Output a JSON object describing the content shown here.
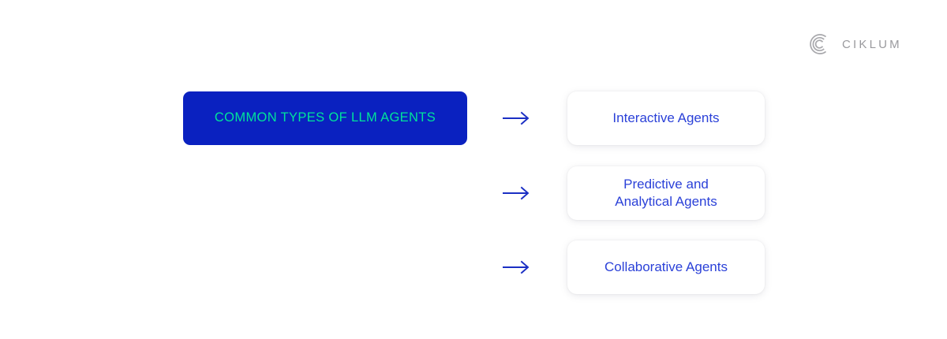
{
  "brand": {
    "name": "CIKLUM",
    "mark_icon": "ciklum-concentric-c-icon",
    "mark_color": "#A8A8AC",
    "word_color": "#9A9A9E"
  },
  "diagram": {
    "type": "one-to-many-flow",
    "source": {
      "label": "COMMON TYPES OF LLM AGENTS",
      "background_color": "#0A21C0",
      "text_color": "#00E39A"
    },
    "connector_icon": "right-arrow-icon",
    "connector_color": "#1B2FC4",
    "branches": [
      {
        "label": "Interactive Agents",
        "arrow_icon": "right-arrow-icon",
        "text_color": "#2B41D8",
        "background_color": "#FFFFFF"
      },
      {
        "label": "Predictive and\nAnalytical Agents",
        "arrow_icon": "right-arrow-icon",
        "text_color": "#2B41D8",
        "background_color": "#FFFFFF"
      },
      {
        "label": "Collaborative Agents",
        "arrow_icon": "right-arrow-icon",
        "text_color": "#2B41D8",
        "background_color": "#FFFFFF"
      }
    ]
  }
}
